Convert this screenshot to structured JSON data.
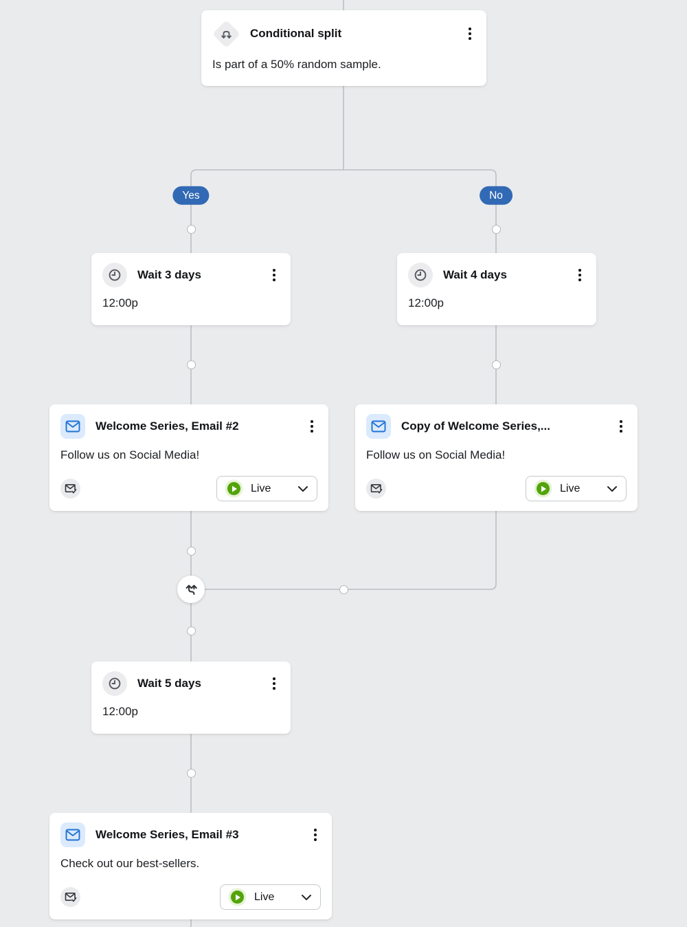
{
  "colors": {
    "background": "#eaebed",
    "connector_line": "#bcbec1",
    "branch_pill_blue": "#3169b5",
    "live_green": "#53a30b",
    "live_halo_green": "#e5f3d5",
    "email_icon_blue": "#1f73d4",
    "email_icon_bg": "#dbeafc"
  },
  "branches": {
    "yes_label": "Yes",
    "no_label": "No"
  },
  "icons": {
    "conditional_split": "split-arrows-icon",
    "wait": "clock-icon",
    "email": "envelope-icon",
    "sent": "envelope-check-icon",
    "merge": "merge-arrows-icon",
    "menu": "kebab-menu-icon",
    "status_play": "play-icon",
    "dropdown": "chevron-down-icon"
  },
  "nodes": {
    "conditional_split": {
      "title": "Conditional split",
      "description": "Is part of a 50% random sample."
    },
    "wait_yes": {
      "title": "Wait 3 days",
      "time": "12:00p"
    },
    "wait_no": {
      "title": "Wait 4 days",
      "time": "12:00p"
    },
    "email_yes": {
      "title": "Welcome Series, Email #2",
      "subject": "Follow us on Social Media!",
      "status": "Live"
    },
    "email_no": {
      "title": "Copy of Welcome Series,...",
      "subject": "Follow us on Social Media!",
      "status": "Live"
    },
    "wait_merged": {
      "title": "Wait 5 days",
      "time": "12:00p"
    },
    "email_merged": {
      "title": "Welcome Series, Email #3",
      "subject": "Check out our best-sellers.",
      "status": "Live"
    }
  }
}
